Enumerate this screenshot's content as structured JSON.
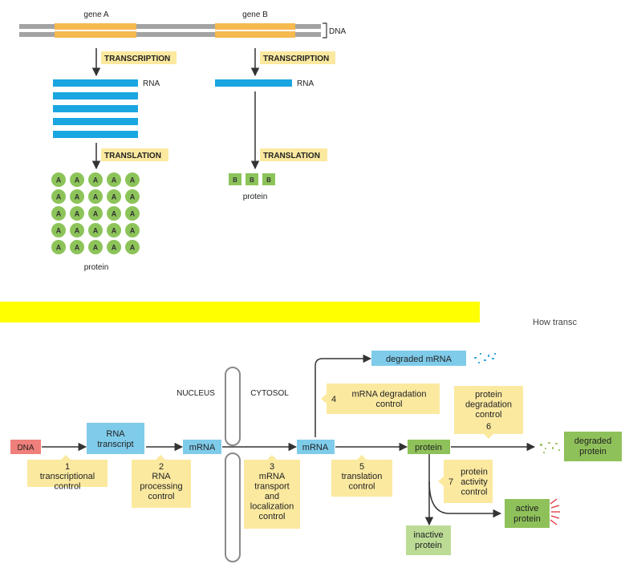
{
  "top": {
    "gene_a_label": "gene A",
    "gene_b_label": "gene B",
    "dna_label": "DNA",
    "transcription_label": "TRANSCRIPTION",
    "rna_label": "RNA",
    "translation_label": "TRANSLATION",
    "protein_label": "protein",
    "protein_a_letter": "A",
    "protein_b_letter": "B",
    "gene_a": {
      "rna_strands": 5,
      "protein_rows": 5,
      "protein_cols": 5
    },
    "gene_b": {
      "rna_strands": 1,
      "protein_count": 3
    }
  },
  "banner": {
    "cut_text": "How transc"
  },
  "pathway": {
    "nucleus_label": "NUCLEUS",
    "cytosol_label": "CYTOSOL",
    "nodes": {
      "dna": "DNA",
      "rna_transcript_1": "RNA",
      "rna_transcript_2": "transcript",
      "mrna_nucleus": "mRNA",
      "mrna_cytosol": "mRNA",
      "protein": "protein",
      "degraded_mrna": "degraded mRNA",
      "degraded_protein_1": "degraded",
      "degraded_protein_2": "protein",
      "active_protein_1": "active",
      "active_protein_2": "protein",
      "inactive_protein_1": "inactive",
      "inactive_protein_2": "protein"
    },
    "controls": [
      {
        "num": "1",
        "lines": [
          "transcriptional",
          "control"
        ]
      },
      {
        "num": "2",
        "lines": [
          "RNA",
          "processing",
          "control"
        ]
      },
      {
        "num": "3",
        "lines": [
          "mRNA",
          "transport",
          "and",
          "localization",
          "control"
        ]
      },
      {
        "num": "4",
        "lines": [
          "mRNA degradation",
          "control"
        ]
      },
      {
        "num": "5",
        "lines": [
          "translation",
          "control"
        ]
      },
      {
        "num": "6",
        "lines": [
          "protein",
          "degradation",
          "control"
        ]
      },
      {
        "num": "7",
        "lines": [
          "protein",
          "activity",
          "control"
        ]
      }
    ]
  },
  "colors": {
    "gene_orange": "#f5b94e",
    "dna_gray": "#a3a3a3",
    "rna_blue": "#1aa6e0",
    "protein_green": "#8dc45a",
    "label_yellow": "#fbe9a0",
    "banner_yellow": "#ffff00",
    "dna_red": "#ef7f7a",
    "box_blue": "#7fcbea",
    "box_green": "#8fc15a"
  }
}
